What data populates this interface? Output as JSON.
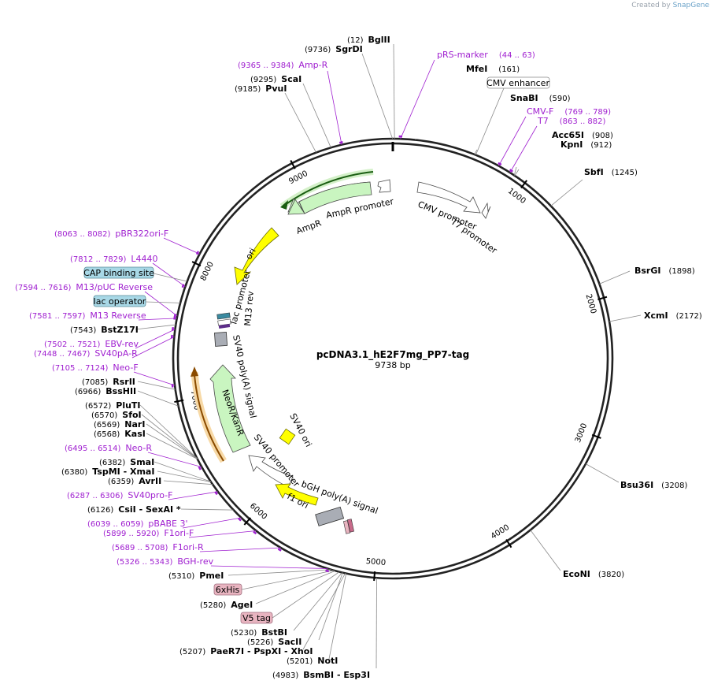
{
  "credit": {
    "prefix": "Created by",
    "brand": "SnapGene"
  },
  "plasmid": {
    "name": "pcDNA3.1_hE2F7mg_PP7-tag",
    "length_label": "9738 bp",
    "total_bp": 9738
  },
  "ticks": [
    "1000",
    "2000",
    "3000",
    "4000",
    "5000",
    "6000",
    "7000",
    "8000",
    "9000"
  ],
  "sites": [
    {
      "id": "bglii",
      "name": "BglII",
      "pos": "(12)",
      "bp": 12,
      "side": "R",
      "color": "#000"
    },
    {
      "id": "sgrdi",
      "name": "SgrDI",
      "pos": "(9736)",
      "bp": 9736,
      "side": "L"
    },
    {
      "id": "scai",
      "name": "ScaI",
      "pos": "(9295)",
      "bp": 9295,
      "side": "L"
    },
    {
      "id": "pvui",
      "name": "PvuI",
      "pos": "(9185)",
      "bp": 9185,
      "side": "L"
    },
    {
      "id": "mfei",
      "name": "MfeI",
      "pos": "(161)",
      "bp": 161,
      "side": "R"
    },
    {
      "id": "snabi",
      "name": "SnaBI",
      "pos": "(590)",
      "bp": 590,
      "side": "R"
    },
    {
      "id": "acc65i",
      "name": "Acc65I",
      "pos": "(908)",
      "bp": 908,
      "side": "R"
    },
    {
      "id": "kpni",
      "name": "KpnI",
      "pos": "(912)",
      "bp": 912,
      "side": "R"
    },
    {
      "id": "sbfi",
      "name": "SbfI",
      "pos": "(1245)",
      "bp": 1245,
      "side": "R"
    },
    {
      "id": "bsrgi",
      "name": "BsrGI",
      "pos": "(1898)",
      "bp": 1898,
      "side": "R"
    },
    {
      "id": "xcmi",
      "name": "XcmI",
      "pos": "(2172)",
      "bp": 2172,
      "side": "R"
    },
    {
      "id": "bsu36i",
      "name": "Bsu36I",
      "pos": "(3208)",
      "bp": 3208,
      "side": "R"
    },
    {
      "id": "econi",
      "name": "EcoNI",
      "pos": "(3820)",
      "bp": 3820,
      "side": "R"
    },
    {
      "id": "bsmbi",
      "name": "BsmBI  - Esp3I",
      "pos": "(4983)",
      "bp": 4983,
      "side": "L"
    },
    {
      "id": "noti",
      "name": "NotI",
      "pos": "(5201)",
      "bp": 5201,
      "side": "L"
    },
    {
      "id": "paer7i",
      "name": "PaeR7I  - PspXI  - XhoI",
      "pos": "(5207)",
      "bp": 5207,
      "side": "L"
    },
    {
      "id": "sacii",
      "name": "SacII",
      "pos": "(5226)",
      "bp": 5226,
      "side": "L"
    },
    {
      "id": "bstbi",
      "name": "BstBI",
      "pos": "(5230)",
      "bp": 5230,
      "side": "L"
    },
    {
      "id": "agei",
      "name": "AgeI",
      "pos": "(5280)",
      "bp": 5280,
      "side": "L"
    },
    {
      "id": "pmei",
      "name": "PmeI",
      "pos": "(5310)",
      "bp": 5310,
      "side": "L"
    },
    {
      "id": "csii",
      "name": "CsiI  - SexAI *",
      "pos": "(6126)",
      "bp": 6126,
      "side": "L"
    },
    {
      "id": "avrii",
      "name": "AvrII",
      "pos": "(6359)",
      "bp": 6359,
      "side": "L"
    },
    {
      "id": "tspmi",
      "name": "TspMI  - XmaI",
      "pos": "(6380)",
      "bp": 6380,
      "side": "L"
    },
    {
      "id": "smai",
      "name": "SmaI",
      "pos": "(6382)",
      "bp": 6382,
      "side": "L"
    },
    {
      "id": "kasi",
      "name": "KasI",
      "pos": "(6568)",
      "bp": 6568,
      "side": "L"
    },
    {
      "id": "nari",
      "name": "NarI",
      "pos": "(6569)",
      "bp": 6569,
      "side": "L"
    },
    {
      "id": "sfoi",
      "name": "SfoI",
      "pos": "(6570)",
      "bp": 6570,
      "side": "L"
    },
    {
      "id": "plutI",
      "name": "PluTI",
      "pos": "(6572)",
      "bp": 6572,
      "side": "L"
    },
    {
      "id": "bsshii",
      "name": "BssHII",
      "pos": "(6966)",
      "bp": 6966,
      "side": "L"
    },
    {
      "id": "rsrii",
      "name": "RsrII",
      "pos": "(7085)",
      "bp": 7085,
      "side": "L"
    },
    {
      "id": "bstz17i",
      "name": "BstZ17I",
      "pos": "(7543)",
      "bp": 7543,
      "side": "L"
    }
  ],
  "primers": [
    {
      "id": "amp-r",
      "name": "Amp-R",
      "range": "(9365 .. 9384)",
      "bp": 9374
    },
    {
      "id": "prs-marker",
      "name": "pRS-marker",
      "range": "(44 .. 63)",
      "bp": 54
    },
    {
      "id": "cmv-f",
      "name": "CMV-F",
      "range": "(769 .. 789)",
      "bp": 779
    },
    {
      "id": "t7",
      "name": "T7",
      "range": "(863 .. 882)",
      "bp": 872
    },
    {
      "id": "pbr322ori-f",
      "name": "pBR322ori-F",
      "range": "(8063 .. 8082)",
      "bp": 8072
    },
    {
      "id": "l4440",
      "name": "L4440",
      "range": "(7812 .. 7829)",
      "bp": 7820
    },
    {
      "id": "m13puc-rev",
      "name": "M13/pUC Reverse",
      "range": "(7594 .. 7616)",
      "bp": 7605
    },
    {
      "id": "m13-rev",
      "name": "M13 Reverse",
      "range": "(7581 .. 7597)",
      "bp": 7589
    },
    {
      "id": "ebv-rev",
      "name": "EBV-rev",
      "range": "(7502 .. 7521)",
      "bp": 7511
    },
    {
      "id": "sv40pa-r",
      "name": "SV40pA-R",
      "range": "(7448 .. 7467)",
      "bp": 7457
    },
    {
      "id": "neo-f",
      "name": "Neo-F",
      "range": "(7105 .. 7124)",
      "bp": 7114
    },
    {
      "id": "neo-r",
      "name": "Neo-R",
      "range": "(6495 .. 6514)",
      "bp": 6504
    },
    {
      "id": "sv40pro-f",
      "name": "SV40pro-F",
      "range": "(6287 .. 6306)",
      "bp": 6296
    },
    {
      "id": "pbabe3",
      "name": "pBABE 3'",
      "range": "(6039 .. 6059)",
      "bp": 6049
    },
    {
      "id": "f1ori-f",
      "name": "F1ori-F",
      "range": "(5899 .. 5920)",
      "bp": 5909
    },
    {
      "id": "f1ori-r",
      "name": "F1ori-R",
      "range": "(5689 .. 5708)",
      "bp": 5698
    },
    {
      "id": "bgh-rev",
      "name": "BGH-rev",
      "range": "(5326 .. 5343)",
      "bp": 5334
    }
  ],
  "boxed": [
    {
      "id": "cmv-enhancer",
      "name": "CMV enhancer",
      "kind": "white"
    },
    {
      "id": "cap-binding-site",
      "name": "CAP binding site",
      "kind": "blue"
    },
    {
      "id": "lac-operator",
      "name": "lac operator",
      "kind": "blue"
    },
    {
      "id": "his-tag",
      "name": "6xHis",
      "kind": "pink"
    },
    {
      "id": "v5-tag",
      "name": "V5 tag",
      "kind": "pink"
    }
  ],
  "features": {
    "ampr": "AmpR",
    "ampr_promoter": "AmpR promoter",
    "cmv_promoter": "CMV promoter",
    "t7_promoter": "T7 promoter",
    "ori": "ori",
    "lac_promoter": "lac promoter",
    "m13_rev": "M13 rev",
    "sv40_polya": "SV40 poly(A) signal",
    "neor_kanr": "NeoR/KanR",
    "sv40_ori": "SV40 ori",
    "sv40_promoter": "SV40 promoter",
    "f1_ori": "f1 ori",
    "bgh_polya": "bGH poly(A) signal"
  },
  "colors": {
    "backbone": "#222222",
    "ampr": "#c9f5c0",
    "ori": "#ffff00",
    "neor": "#c9f5c0",
    "cds_orange": "#f2b65a",
    "primer": "#a020d0",
    "blue_box": "#a8d8e6",
    "pink_box": "#e8b4c0",
    "gray_box": "#a9adb5"
  }
}
